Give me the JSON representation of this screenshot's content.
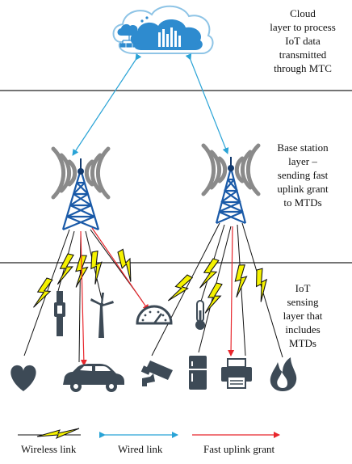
{
  "layers": {
    "cloud_label": [
      "Cloud",
      "layer to process",
      "IoT data",
      "transmitted",
      "through MTC"
    ],
    "base_station_label": [
      "Base station",
      "layer –",
      "sending fast",
      "uplink grant",
      "to MTDs"
    ],
    "iot_label": [
      "IoT",
      "sensing",
      "layer that",
      "includes",
      "MTDs"
    ]
  },
  "legend": {
    "wireless": "Wireless link",
    "wired": "Wired link",
    "fast_uplink": "Fast uplink grant"
  },
  "colors": {
    "wired": "#29a3d6",
    "fast_uplink": "#e8262c",
    "wireless_fill": "#f5f200",
    "wireless_edge": "#111111",
    "tower_blue": "#1a5aa8",
    "tower_dark": "#123a6e",
    "device": "#3d4a56",
    "cloud": "#2e8bcf"
  },
  "devices": [
    "heart-icon",
    "smartwatch-icon",
    "wind-turbine-icon",
    "gauge-icon",
    "car-icon",
    "security-camera-icon",
    "thermometer-icon",
    "fridge-icon",
    "printer-icon",
    "fire-icon"
  ]
}
